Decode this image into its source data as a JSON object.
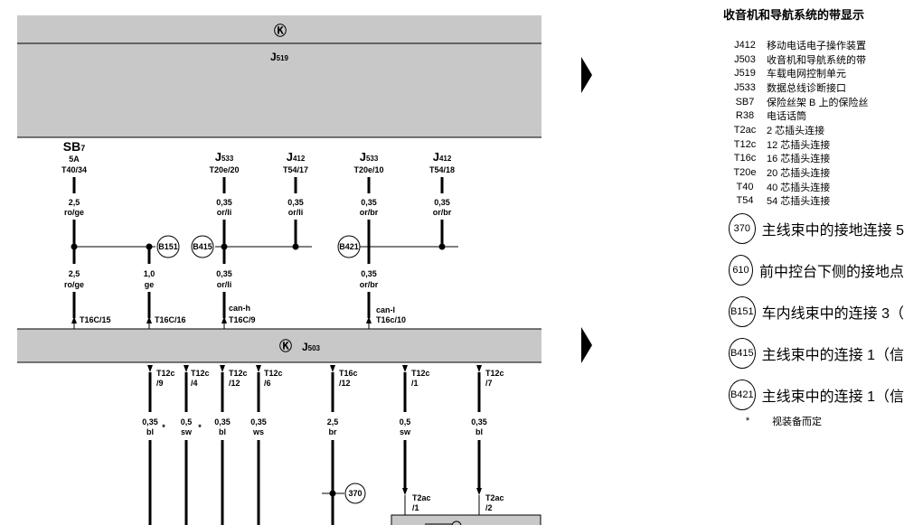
{
  "diagram": {
    "j519": {
      "symbol": "Ⓚ",
      "code": "J",
      "sub": "519"
    },
    "j503": {
      "symbol": "Ⓚ",
      "code": "J",
      "sub": "503"
    },
    "top_components": [
      {
        "code": "SB",
        "sub": "7",
        "line2": "5A",
        "line3": "T40/34"
      },
      {
        "code": "J",
        "sub": "533",
        "line3": "T20e/20"
      },
      {
        "code": "J",
        "sub": "412",
        "line3": "T54/17"
      },
      {
        "code": "J",
        "sub": "533",
        "line3": "T20e/10"
      },
      {
        "code": "J",
        "sub": "412",
        "line3": "T54/18"
      }
    ],
    "upper_wires": [
      {
        "size": "2,5",
        "color": "ro/ge"
      },
      {
        "size": "0,35",
        "color": "or/li"
      },
      {
        "size": "0,35",
        "color": "or/li"
      },
      {
        "size": "0,35",
        "color": "or/br"
      },
      {
        "size": "0,35",
        "color": "or/br"
      }
    ],
    "junctions": [
      "B151",
      "B415",
      "B421"
    ],
    "lower_wires": [
      {
        "size": "2,5",
        "color": "ro/ge",
        "conn": "T16C/15"
      },
      {
        "size": "1,0",
        "color": "ge",
        "conn": "T16C/16"
      },
      {
        "size": "0,35",
        "color": "or/li",
        "note": "can-h",
        "conn": "T16C/9"
      },
      {
        "size": "0,35",
        "color": "or/br",
        "note": "can-l",
        "conn": "T16c/10"
      }
    ],
    "bottom_wires": [
      {
        "conn1": "T12c",
        "conn2": "/9",
        "size": "0,35",
        "color": "bl",
        "star": "*"
      },
      {
        "conn1": "T12c",
        "conn2": "/4",
        "size": "0,5",
        "color": "sw",
        "star": "*"
      },
      {
        "conn1": "T12c",
        "conn2": "/12",
        "size": "0,35",
        "color": "bl"
      },
      {
        "conn1": "T12c",
        "conn2": "/6",
        "size": "0,35",
        "color": "ws"
      },
      {
        "conn1": "T16c",
        "conn2": "/12",
        "size": "2,5",
        "color": "br"
      },
      {
        "conn1": "T12c",
        "conn2": "/1",
        "size": "0,5",
        "color": "sw",
        "c3": "T2ac",
        "c4": "/1"
      },
      {
        "conn1": "T12c",
        "conn2": "/7",
        "size": "0,35",
        "color": "bl",
        "c3": "T2ac",
        "c4": "/2"
      }
    ],
    "ground": "370"
  },
  "legend": {
    "title": "收音机和导航系统的带显示",
    "rows": [
      {
        "code": "J412",
        "desc": "移动电话电子操作装置"
      },
      {
        "code": "J503",
        "desc": "收音机和导航系统的带"
      },
      {
        "code": "J519",
        "desc": "车载电网控制单元"
      },
      {
        "code": "J533",
        "desc": "数据总线诊断接口"
      },
      {
        "code": "SB7",
        "desc": "保险丝架 B 上的保险丝"
      },
      {
        "code": "R38",
        "desc": "电话话筒"
      },
      {
        "code": "T2ac",
        "desc": "2 芯插头连接"
      },
      {
        "code": "T12c",
        "desc": "12 芯插头连接"
      },
      {
        "code": "T16c",
        "desc": "16 芯插头连接"
      },
      {
        "code": "T20e",
        "desc": "20 芯插头连接"
      },
      {
        "code": "T40",
        "desc": "40 芯插头连接"
      },
      {
        "code": "T54",
        "desc": "54 芯插头连接"
      }
    ],
    "circles": [
      {
        "code": "370",
        "desc": "主线束中的接地连接 5"
      },
      {
        "code": "610",
        "desc": "前中控台下侧的接地点"
      },
      {
        "code": "B151",
        "desc": "车内线束中的连接 3（"
      },
      {
        "code": "B415",
        "desc": "主线束中的连接 1（信"
      },
      {
        "code": "B421",
        "desc": "主线束中的连接 1（信"
      }
    ],
    "star": {
      "code": "*",
      "desc": "视装备而定"
    }
  }
}
